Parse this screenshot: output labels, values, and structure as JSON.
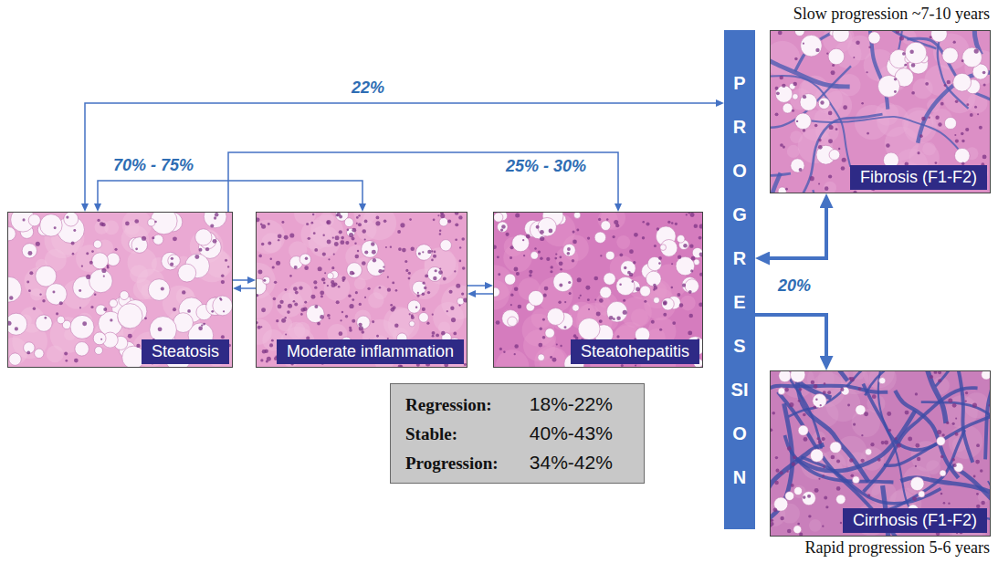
{
  "diagram": {
    "nodes": [
      {
        "text": [
          "Steatosis"
        ]
      },
      {
        "text": [
          "Moderate inflammation"
        ]
      },
      {
        "text": [
          "Steatohepatitis"
        ]
      },
      {
        "text": [
          "Regression:",
          "18%-22%",
          "Stable:",
          "40%-43%",
          "Progression:",
          "34%-42%"
        ]
      },
      {
        "text": [
          "PROGRESSION"
        ]
      },
      {
        "text": [
          "Slow progression ~7-10 years",
          "Fibrosis (F1-F2)"
        ]
      },
      {
        "text": [
          "Cirrhosis (F1-F2)",
          "Rapid progression 5-6 years"
        ]
      }
    ],
    "edges": [
      {
        "from": 0,
        "to": 4,
        "arrow": "both",
        "label": "22%"
      },
      {
        "from": 0,
        "to": 1,
        "arrow": "both",
        "label": "70% - 75%"
      },
      {
        "from": 0,
        "to": 2,
        "arrow": "to",
        "label": "25% - 30%"
      },
      {
        "from": 0,
        "to": 1,
        "arrow": "to"
      },
      {
        "from": 1,
        "to": 0,
        "arrow": "to"
      },
      {
        "from": 1,
        "to": 2,
        "arrow": "to"
      },
      {
        "from": 2,
        "to": 1,
        "arrow": "to"
      },
      {
        "from": 4,
        "to": 5,
        "arrow": "both"
      },
      {
        "from": 4,
        "to": 6,
        "arrow": "to",
        "label": "20%"
      }
    ]
  }
}
